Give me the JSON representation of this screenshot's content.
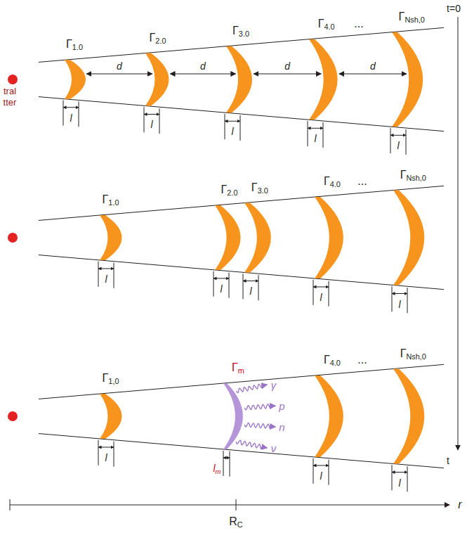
{
  "diagram": {
    "labels": [
      "t=0",
      "Γ1.0",
      "Γ2.0",
      "Γ3.0",
      "Γ4.0",
      "...",
      "ΓNsh,0",
      "tral",
      "tter",
      "d",
      "d",
      "d",
      "d",
      "l",
      "l",
      "l",
      "l",
      "l",
      "Γ1.0",
      "Γ2.0",
      "Γ3.0",
      "Γ4.0",
      "...",
      "ΓNsh,0",
      "l",
      "l",
      "l",
      "l",
      "l",
      "Γ1,0",
      "Γm",
      "γ",
      "p",
      "n",
      "ν",
      "Γ4.0",
      "...",
      "ΓNsh,0",
      "l",
      "lm",
      "l",
      "l",
      "t",
      "RC",
      "r"
    ]
  }
}
